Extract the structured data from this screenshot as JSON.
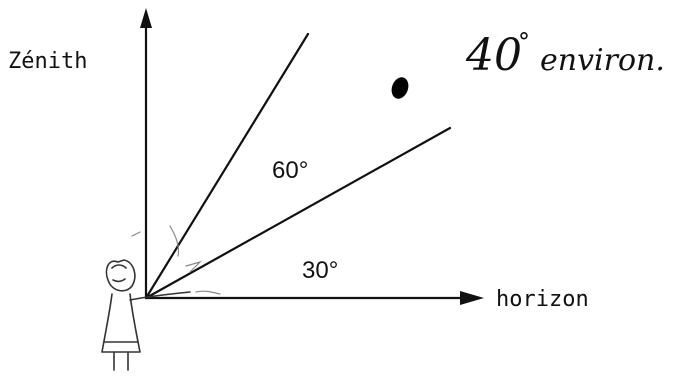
{
  "diagram": {
    "vertical_label": "Zénith",
    "horizontal_label": "horizon",
    "upper_angle_label": "60°",
    "lower_angle_label": "30°",
    "handwritten_note": {
      "number": "40",
      "degree": "°",
      "word": "environ."
    },
    "observer": "child-figure",
    "marked_object": "black-dot"
  }
}
